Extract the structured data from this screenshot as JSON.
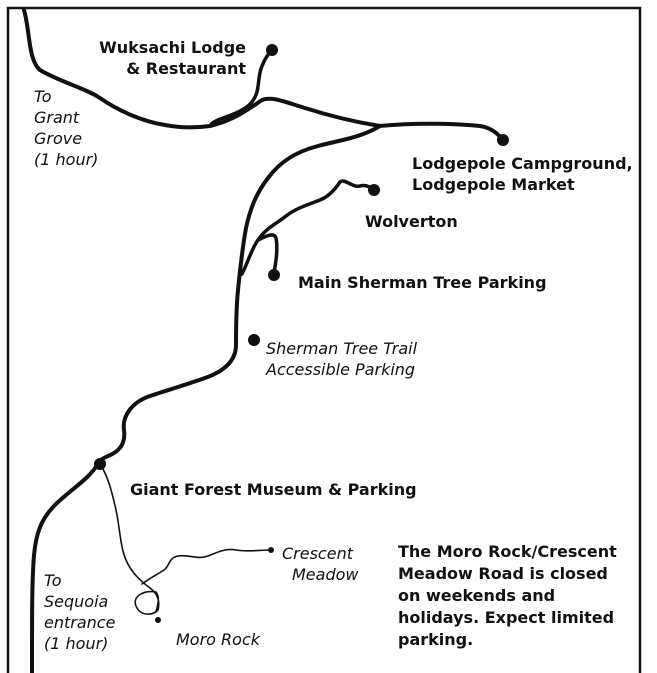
{
  "map": {
    "places": {
      "wuksachi": {
        "line1": "Wuksachi Lodge",
        "line2": "& Restaurant"
      },
      "lodgepole": {
        "line1": "Lodgepole Campground,",
        "line2": "Lodgepole Market"
      },
      "wolverton": "Wolverton",
      "main_sherman": "Main Sherman Tree Parking",
      "sherman_trail": {
        "line1": "Sherman Tree Trail",
        "line2": "Accessible Parking"
      },
      "giant_forest": "Giant Forest Museum & Parking",
      "crescent": {
        "line1": "Crescent",
        "line2": "Meadow"
      },
      "moro_rock": "Moro Rock"
    },
    "directions": {
      "grant_grove": {
        "line1": "To",
        "line2": "Grant",
        "line3": "Grove",
        "line4": "(1 hour)"
      },
      "sequoia": {
        "line1": "To",
        "line2": "Sequoia",
        "line3": "entrance",
        "line4": "(1 hour)"
      }
    },
    "notice": {
      "line1": "The Moro Rock/Crescent",
      "line2": "Meadow Road is closed",
      "line3": "on weekends and",
      "line4": "holidays. Expect limited",
      "line5": "parking."
    },
    "colors": {
      "road": "#111111",
      "border": "#111111",
      "background": "#ffffff"
    }
  }
}
